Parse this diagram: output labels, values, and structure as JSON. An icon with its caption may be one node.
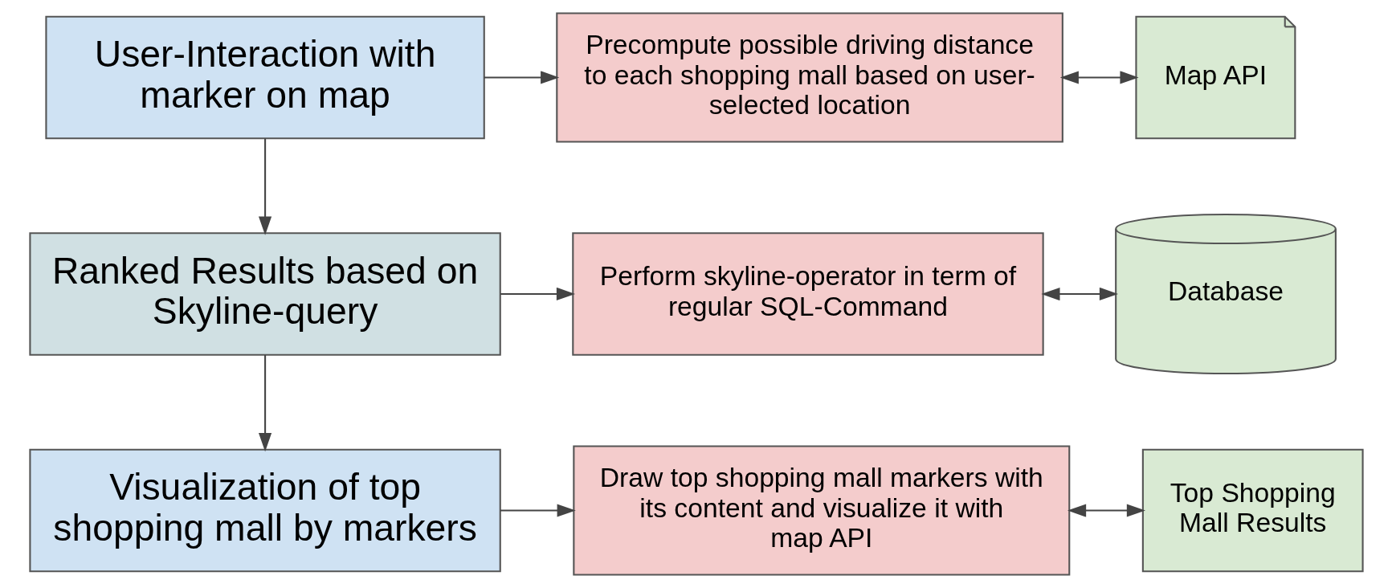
{
  "diagram": {
    "nodes": [
      {
        "text": [
          "User-Interaction with marker on map"
        ]
      },
      {
        "text": [
          "Precompute possible driving distance to each shopping mall based on user-selected location"
        ]
      },
      {
        "text": [
          "Map API"
        ]
      },
      {
        "text": [
          "Ranked Results based on Skyline-query"
        ]
      },
      {
        "text": [
          "Perform skyline-operator in term of regular SQL-Command"
        ]
      },
      {
        "text": [
          "Database"
        ]
      },
      {
        "text": [
          "Visualization of top shopping mall by markers"
        ]
      },
      {
        "text": [
          "Draw top shopping mall markers with its content and visualize it with map API"
        ]
      },
      {
        "text": [
          "Top Shopping Mall Results"
        ]
      }
    ],
    "edges": [
      {
        "from": 0,
        "to": 1,
        "arrow": "to"
      },
      {
        "from": 1,
        "to": 2,
        "arrow": "both"
      },
      {
        "from": 0,
        "to": 3,
        "arrow": "to"
      },
      {
        "from": 3,
        "to": 4,
        "arrow": "to"
      },
      {
        "from": 4,
        "to": 5,
        "arrow": "both"
      },
      {
        "from": 3,
        "to": 6,
        "arrow": "to"
      },
      {
        "from": 6,
        "to": 7,
        "arrow": "to"
      },
      {
        "from": 7,
        "to": 8,
        "arrow": "both"
      }
    ]
  }
}
